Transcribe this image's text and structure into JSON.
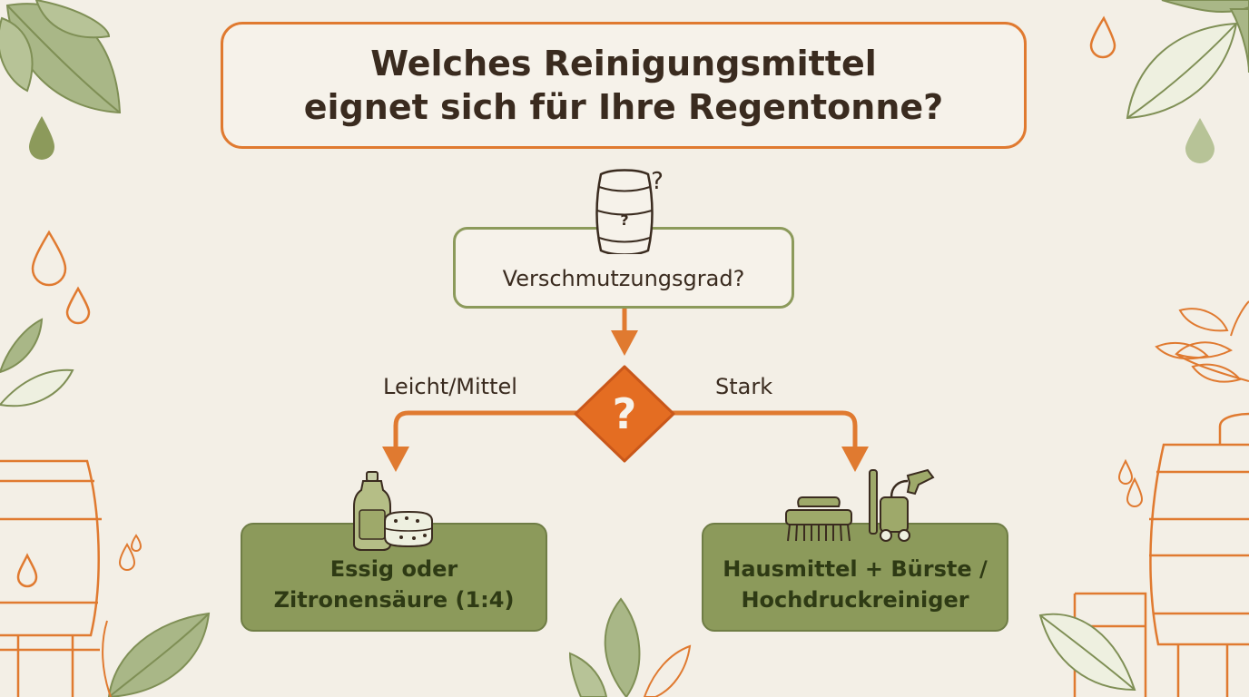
{
  "title": {
    "line1": "Welches Reinigungsmittel",
    "line2": "eignet sich für Ihre Regentonne?"
  },
  "question": {
    "text": "Verschmutzungsgrad?",
    "barrel_mark": "?"
  },
  "decision": {
    "symbol": "?"
  },
  "branches": {
    "left_label": "Leicht/Mittel",
    "right_label": "Stark"
  },
  "results": {
    "left": {
      "line1": "Essig oder",
      "line2": "Zitronensäure (1:4)"
    },
    "right": {
      "line1": "Hausmittel + Bürste /",
      "line2": "Hochdruckreiniger"
    }
  },
  "icons": {
    "question_barrel": "barrel-question-icon",
    "left": [
      "bottle-icon",
      "sponge-icon"
    ],
    "right": [
      "scrub-brush-icon",
      "pressure-washer-icon"
    ]
  },
  "colors": {
    "background": "#f3efe6",
    "accent_orange": "#e07a30",
    "olive_green": "#8c9a5b",
    "text_dark": "#3a2b1f"
  }
}
